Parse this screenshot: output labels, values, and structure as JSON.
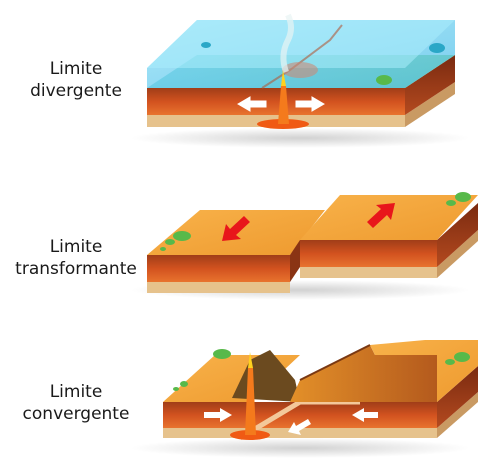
{
  "labels": {
    "divergent": [
      "Limite",
      "divergente"
    ],
    "transform": [
      "Limite",
      "transformante"
    ],
    "convergent": [
      "Limite",
      "convergente"
    ]
  },
  "colors": {
    "water": "#5ec8ef",
    "water_shallow": "#79d6c0",
    "land_surface": "#f5a43a",
    "crust_top": "#b8481e",
    "crust_dark": "#7a2a10",
    "mantle": "#e0622a",
    "base_sand": "#e8c08a",
    "magma": "#f05a14",
    "lava_bright": "#ffd21e",
    "arrow_red": "#e8161b",
    "vegetation": "#58b94a"
  }
}
